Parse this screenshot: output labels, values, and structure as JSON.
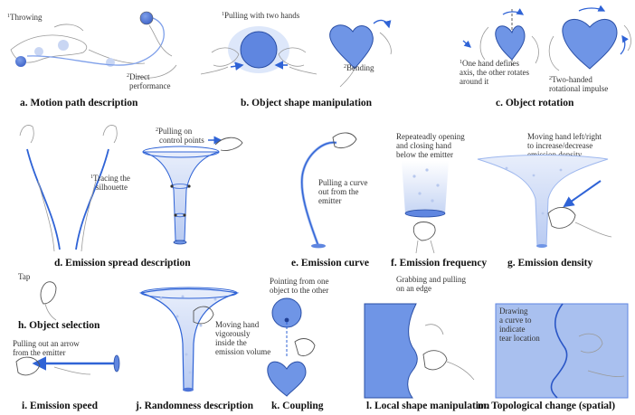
{
  "captions": {
    "a": "a. Motion path description",
    "b": "b. Object shape manipulation",
    "c": "c. Object rotation",
    "d": "d. Emission spread description",
    "e": "e. Emission curve",
    "f": "f. Emission frequency",
    "g": "g. Emission density",
    "h": "h. Object selection",
    "i": "i. Emission speed",
    "j": "j. Randomness description",
    "k": "k. Coupling",
    "l": "l. Local shape manipulation",
    "m": "m. Topological change (spatial)"
  },
  "annotations": {
    "a1_num": "1",
    "a1": "Throwing",
    "a2_num": "2",
    "a2_l1": "Direct",
    "a2_l2": "performance",
    "b1_num": "1",
    "b1": "Pulling with two hands",
    "b2_num": "2",
    "b2": "Bending",
    "c1_num": "1",
    "c1_l1": "One hand defines",
    "c1_l2": "axis, the other rotates",
    "c1_l3": "around it",
    "c2_num": "2",
    "c2_l1": "Two-handed",
    "c2_l2": "rotational impulse",
    "d1_num": "1",
    "d1_l1": "Tracing the",
    "d1_l2": "silhouette",
    "d2_num": "2",
    "d2_l1": "Pulling on",
    "d2_l2": "control points",
    "e_l1": "Pulling a curve",
    "e_l2": "out from the",
    "e_l3": "emitter",
    "f_l1": "Repeateadly opening",
    "f_l2": "and closing hand",
    "f_l3": "below the emitter",
    "g_l1": "Moving hand left/right",
    "g_l2": "to increase/decrease",
    "g_l3": "emission density",
    "h": "Tap",
    "i_l1": "Pulling out an arrow",
    "i_l2": "from the emitter",
    "j_l1": "Moving hand",
    "j_l2": "vigorously",
    "j_l3": "inside the",
    "j_l4": "emission volume",
    "k_l1": "Pointing from one",
    "k_l2": "object to the other",
    "l_l1": "Grabbing and pulling",
    "l_l2": "on an edge",
    "m_l1": "Drawing",
    "m_l2": "a curve to",
    "m_l3": "indicate",
    "m_l4": "tear location"
  },
  "colors": {
    "blue": "#2f63d6",
    "light_blue": "#9db7ee",
    "pale_blue": "#dde7fa",
    "grey_hand": "#9a9a9a"
  }
}
